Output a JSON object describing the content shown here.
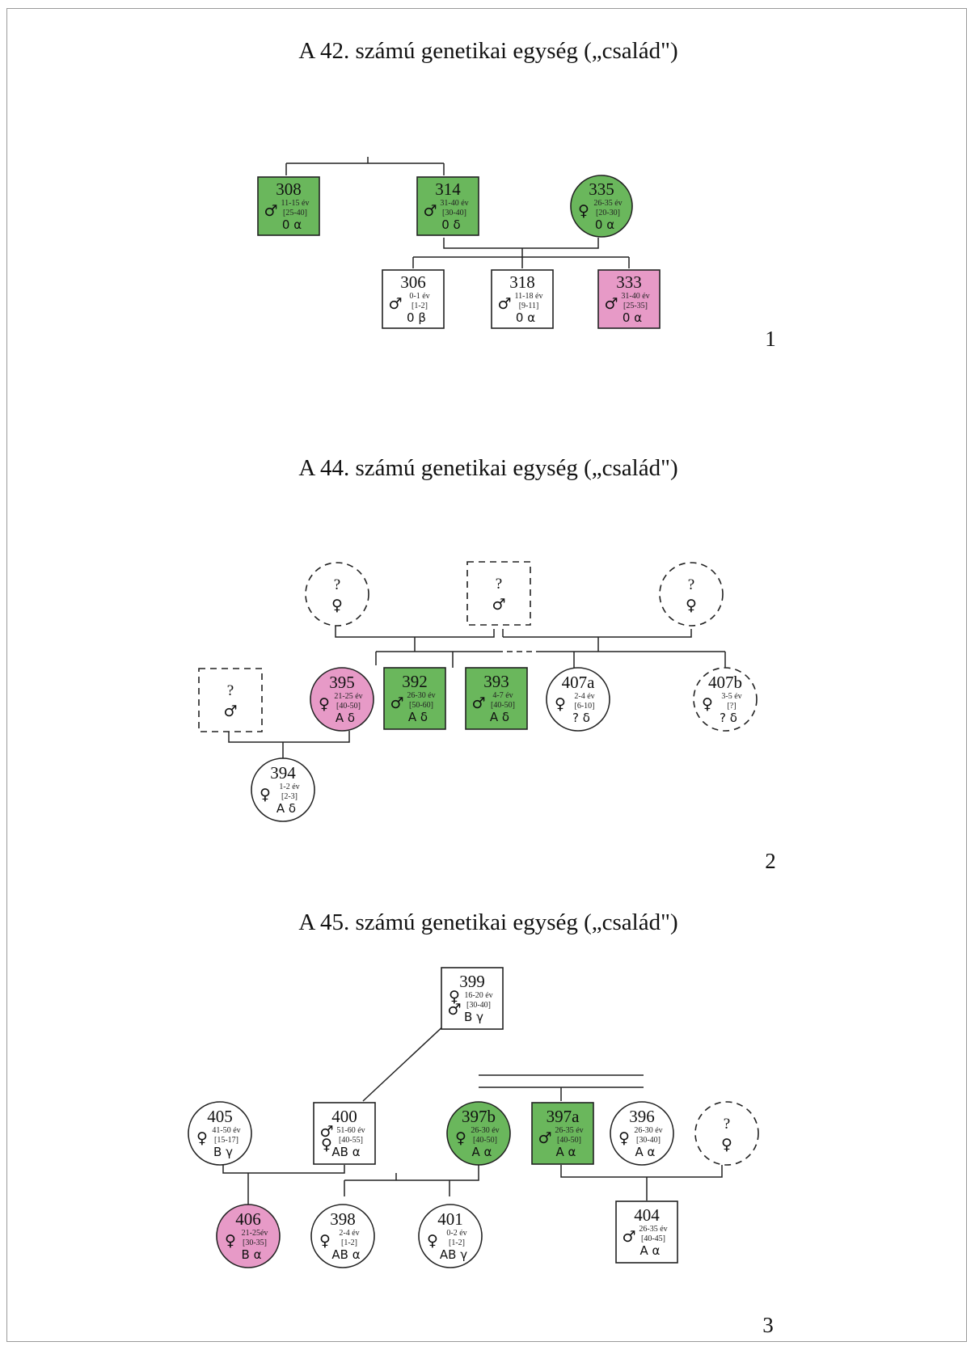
{
  "colors": {
    "green": "#6ab75c",
    "pink": "#e79ac7",
    "white": "#ffffff",
    "stroke": "#222222"
  },
  "units": [
    {
      "title": "A 42. számú genetikai egység („család\")",
      "number": "1",
      "individuals": [
        {
          "id": "308",
          "symbol": "♂",
          "age": "11-15 év",
          "range": "[25-40]",
          "code": "0 α",
          "fill": "green"
        },
        {
          "id": "314",
          "symbol": "♂",
          "age": "31-40 év",
          "range": "[30-40]",
          "code": "0 δ",
          "fill": "green"
        },
        {
          "id": "335",
          "symbol": "♀",
          "age": "26-35 év",
          "range": "[20-30]",
          "code": "0 α",
          "fill": "green"
        },
        {
          "id": "306",
          "symbol": "♂",
          "age": "0-1 év",
          "range": "[1-2]",
          "code": "0 β",
          "fill": "white"
        },
        {
          "id": "318",
          "symbol": "♂",
          "age": "11-18 év",
          "range": "[9-11]",
          "code": "0 α",
          "fill": "white"
        },
        {
          "id": "333",
          "symbol": "♂",
          "age": "31-40 év",
          "range": "[25-35]",
          "code": "0 α",
          "fill": "pink"
        }
      ]
    },
    {
      "title": "A 44. számú genetikai egység („család\")",
      "number": "2",
      "individuals": [
        {
          "id": "?",
          "symbol": "♀",
          "age": "",
          "range": "",
          "code": "",
          "fill": "white"
        },
        {
          "id": "?",
          "symbol": "♂",
          "age": "",
          "range": "",
          "code": "",
          "fill": "white"
        },
        {
          "id": "?",
          "symbol": "♀",
          "age": "",
          "range": "",
          "code": "",
          "fill": "white"
        },
        {
          "id": "?",
          "symbol": "♂",
          "age": "",
          "range": "",
          "code": "",
          "fill": "white"
        },
        {
          "id": "395",
          "symbol": "♀",
          "age": "21-25 év",
          "range": "[40-50]",
          "code": "A δ",
          "fill": "pink"
        },
        {
          "id": "392",
          "symbol": "♂",
          "age": "26-30 év",
          "range": "[50-60]",
          "code": "A δ",
          "fill": "green"
        },
        {
          "id": "393",
          "symbol": "♂",
          "age": "4-7 év",
          "range": "[40-50]",
          "code": "A δ",
          "fill": "green"
        },
        {
          "id": "407a",
          "symbol": "♀",
          "age": "2-4 év",
          "range": "[6-10]",
          "code": "? δ",
          "fill": "white"
        },
        {
          "id": "407b",
          "symbol": "♀",
          "age": "3-5 év",
          "range": "[?]",
          "code": "? δ",
          "fill": "white"
        },
        {
          "id": "394",
          "symbol": "♀",
          "age": "1-2 év",
          "range": "[2-3]",
          "code": "A δ",
          "fill": "white"
        }
      ]
    },
    {
      "title": "A 45. számú genetikai egység („család\")",
      "number": "3",
      "individuals": [
        {
          "id": "399",
          "symbol": "♀",
          "symbol2": "♂",
          "age": "16-20 év",
          "range": "[30-40]",
          "code": "B γ",
          "fill": "white"
        },
        {
          "id": "405",
          "symbol": "♀",
          "age": "41-50 év",
          "range": "[15-17]",
          "code": "B γ",
          "fill": "white"
        },
        {
          "id": "400",
          "symbol": "♂",
          "symbol2": "♀",
          "age": "51-60 év",
          "range": "[40-55]",
          "code": "AB α",
          "fill": "white"
        },
        {
          "id": "397b",
          "symbol": "♀",
          "age": "26-30 év",
          "range": "[40-50]",
          "code": "A α",
          "fill": "green"
        },
        {
          "id": "397a",
          "symbol": "♂",
          "age": "26-35 év",
          "range": "[40-50]",
          "code": "A α",
          "fill": "green"
        },
        {
          "id": "396",
          "symbol": "♀",
          "age": "26-30 év",
          "range": "[30-40]",
          "code": "A α",
          "fill": "white"
        },
        {
          "id": "?",
          "symbol": "♀",
          "age": "",
          "range": "",
          "code": "",
          "fill": "white"
        },
        {
          "id": "406",
          "symbol": "♀",
          "age": "21-25év",
          "range": "[30-35]",
          "code": "B α",
          "fill": "pink"
        },
        {
          "id": "398",
          "symbol": "♀",
          "age": "2-4 év",
          "range": "[1-2]",
          "code": "AB α",
          "fill": "white"
        },
        {
          "id": "401",
          "symbol": "♀",
          "age": "0-2 év",
          "range": "[1-2]",
          "code": "AB γ",
          "fill": "white"
        },
        {
          "id": "404",
          "symbol": "♂",
          "age": "26-35 év",
          "range": "[40-45]",
          "code": "A α",
          "fill": "white"
        }
      ]
    }
  ]
}
